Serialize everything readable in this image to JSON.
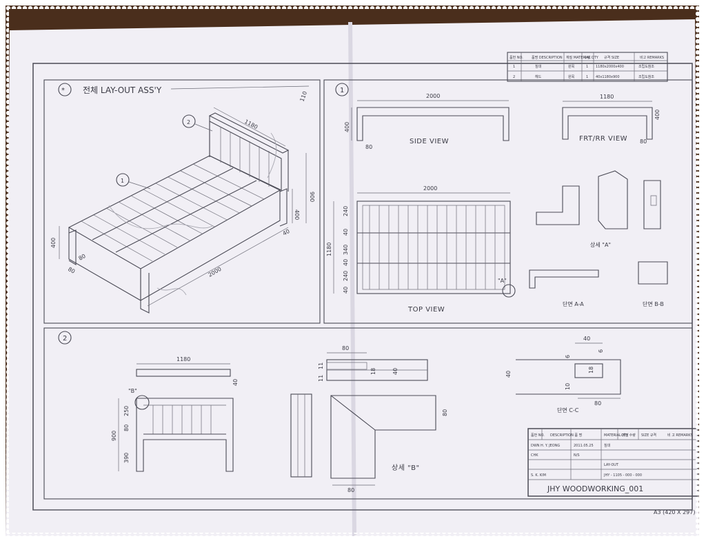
{
  "parts_list": {
    "headers": [
      "품번 NO.",
      "품명 DESCRIPTION",
      "재질 MATERIAL",
      "수량 QTY",
      "규격 SIZE",
      "비고 REMARKS"
    ],
    "rows": [
      [
        "1",
        "침대",
        "원목",
        "1",
        "1180x2000x400",
        "조립도참조"
      ],
      [
        "2",
        "헤드",
        "원목",
        "1",
        "40x1180x900",
        "조립도참조"
      ]
    ]
  },
  "layout_assy": {
    "marker": "*",
    "title": "전체 LAY-OUT ASS'Y",
    "dim_headboard_width": "1180",
    "dim_height": "900",
    "dim_rail_height": "400",
    "dim_rail_thickness": "40",
    "dim_length": "2000",
    "dim_leg_height": "400",
    "dim_leg_a": "80",
    "dim_leg_b": "80",
    "callout_1": "1",
    "callout_2": "2",
    "pencil_note": "110"
  },
  "frame_views": {
    "marker": "1",
    "side_view": {
      "label": "SIDE VIEW",
      "dim_length": "2000",
      "dim_height": "400",
      "dim_leg": "80"
    },
    "front_view": {
      "label": "FRT/RR VIEW",
      "dim_width": "1180",
      "dim_height": "400",
      "dim_leg": "80"
    },
    "top_view": {
      "label": "TOP VIEW",
      "dim_length": "2000",
      "dim_width": "1180",
      "dim_240_upper": "240",
      "dim_40_a": "40",
      "dim_340_a": "340",
      "dim_40_b": "40",
      "dim_240_lower": "240",
      "dim_40_c": "40",
      "detail_callout": "\"A\""
    },
    "detail_a_label": "상세 \"A\"",
    "section_aa_label": "단면 A-A",
    "section_bb_label": "단면 B-B"
  },
  "headboard": {
    "marker": "2",
    "dim_rail_width": "1180",
    "dim_rail_depth": "40",
    "dim_height": "900",
    "dim_250": "250",
    "dim_80": "80",
    "dim_390": "390",
    "detail_callout": "\"B\"",
    "joint_section": {
      "dim_length": "80",
      "dim_11_top": "11",
      "dim_11_bottom": "11",
      "dim_18": "18",
      "dim_40": "40"
    },
    "detail_b": {
      "label": "상세 \"B\"",
      "dim_width": "80",
      "dim_height": "80"
    },
    "section_cc": {
      "label": "단면 C-C",
      "dim_40_top": "40",
      "dim_6_right": "6",
      "dim_6_left": "6",
      "dim_18": "18",
      "dim_10": "10",
      "dim_40_side": "40",
      "dim_80": "80"
    }
  },
  "title_block": {
    "headers": [
      "품번 NO.",
      "DESCRIPTION 품 명",
      "MATERIAL 재질",
      "QTY 수량",
      "SIZE 규격",
      "비 고 REMARKS"
    ],
    "drawn_label": "DWN",
    "drawn_by": "H. Y. JEONG",
    "date": "2011.05.25",
    "project": "침대",
    "checked_label": "CHK",
    "scale": "N/S",
    "title": "LAY-OUT",
    "approved_by": "S. K. KIM",
    "dwg_no": "JHY - 1105 - 000 - 000",
    "company": "JHY WOODWORKING_001",
    "sheet_size": "A3 (420 X 297)"
  }
}
